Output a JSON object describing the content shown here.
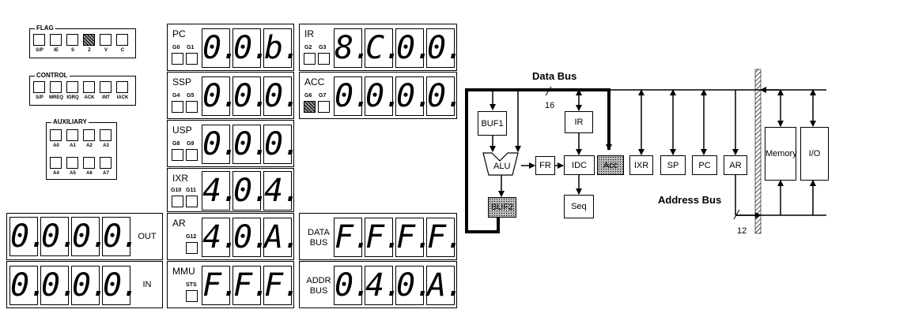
{
  "flag": {
    "title": "FLAG",
    "leds": [
      {
        "label": "S/P",
        "on": false
      },
      {
        "label": "IE",
        "on": false
      },
      {
        "label": "S",
        "on": false
      },
      {
        "label": "Z",
        "on": true
      },
      {
        "label": "V",
        "on": false
      },
      {
        "label": "C",
        "on": false
      }
    ]
  },
  "control": {
    "title": "CONTROL",
    "leds": [
      {
        "label": "S/P",
        "on": false
      },
      {
        "label": "MREQ",
        "on": false
      },
      {
        "label": "IORQ",
        "on": false
      },
      {
        "label": "ACK",
        "on": false
      },
      {
        "label": "INT",
        "on": false
      },
      {
        "label": "IACK",
        "on": false
      }
    ]
  },
  "auxiliary": {
    "title": "AUXILIARY",
    "row1": [
      "A0",
      "A1",
      "A2",
      "A3"
    ],
    "row2": [
      "A4",
      "A5",
      "A6",
      "A7"
    ]
  },
  "io": {
    "out": {
      "label": "OUT",
      "digits": [
        "0.",
        "0.",
        "0.",
        "0."
      ]
    },
    "in": {
      "label": "IN",
      "digits": [
        "0.",
        "0.",
        "0.",
        "0."
      ]
    }
  },
  "registers": {
    "pc": {
      "label": "PC",
      "g": [
        "G0",
        "G1"
      ],
      "g_on": [
        false,
        false
      ],
      "digits": [
        "0.",
        "0.",
        "b."
      ]
    },
    "ssp": {
      "label": "SSP",
      "g": [
        "G4",
        "G5"
      ],
      "g_on": [
        false,
        false
      ],
      "digits": [
        "0.",
        "0.",
        "0."
      ]
    },
    "usp": {
      "label": "USP",
      "g": [
        "G8",
        "G9"
      ],
      "g_on": [
        false,
        false
      ],
      "digits": [
        "0.",
        "0.",
        "0."
      ]
    },
    "ixr": {
      "label": "IXR",
      "g": [
        "G10",
        "G11"
      ],
      "g_on": [
        false,
        false
      ],
      "digits": [
        "4.",
        "0.",
        "4."
      ]
    },
    "ar": {
      "label": "AR",
      "g": [
        "G12"
      ],
      "g_on": [
        false
      ],
      "digits": [
        "4.",
        "0.",
        "A."
      ]
    },
    "mmu": {
      "label": "MMU",
      "g": [
        "STS"
      ],
      "g_on": [
        false
      ],
      "digits": [
        "F.",
        "F.",
        "F."
      ]
    },
    "ir": {
      "label": "IR",
      "g": [
        "G2",
        "G3"
      ],
      "g_on": [
        false,
        false
      ],
      "digits": [
        "8.",
        "C.",
        "0.",
        "0."
      ]
    },
    "acc": {
      "label": "ACC",
      "g": [
        "G6",
        "G7"
      ],
      "g_on": [
        true,
        false
      ],
      "digits": [
        "0.",
        "0.",
        "0.",
        "0."
      ]
    },
    "data_bus": {
      "label1": "DATA",
      "label2": "BUS",
      "digits": [
        "F.",
        "F.",
        "F.",
        "F."
      ]
    },
    "addr_bus": {
      "label1": "ADDR",
      "label2": "BUS",
      "digits": [
        "0.",
        "4.",
        "0.",
        "A."
      ]
    }
  },
  "diagram": {
    "data_bus_label": "Data Bus",
    "data_bus_width": "16",
    "address_bus_label": "Address Bus",
    "address_bus_width": "12",
    "blocks": {
      "buf1": "BUF1",
      "ir": "IR",
      "alu": "ALU",
      "fr": "FR",
      "idc": "IDC",
      "acc": "Acc",
      "ixr": "IXR",
      "sp": "SP",
      "pc": "PC",
      "ar": "AR",
      "buf2": "BUF2",
      "seq": "Seq",
      "memory": "Memory",
      "io": "I/O"
    }
  }
}
